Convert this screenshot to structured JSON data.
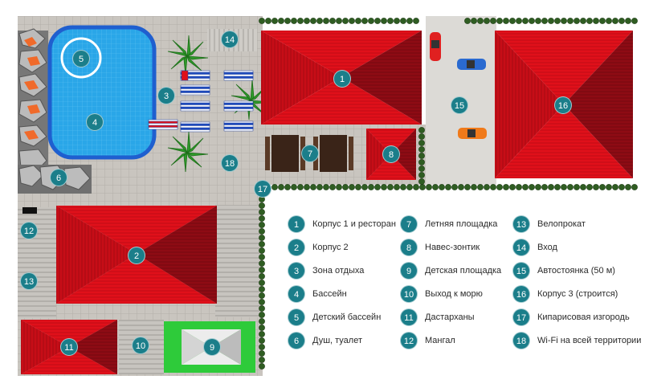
{
  "colors": {
    "roof_red": "#e0101a",
    "roof_dark": "#8c0a12",
    "pool_blue": "#1f6fd0",
    "badge_teal": "#1b7e8a",
    "hedge_green": "#2e5a22",
    "tile_gray": "#c7c3bd",
    "road_gray": "#dedcd8",
    "playground_green": "#2ecb3a"
  },
  "markers": [
    {
      "id": "1"
    },
    {
      "id": "2"
    },
    {
      "id": "3"
    },
    {
      "id": "4"
    },
    {
      "id": "5"
    },
    {
      "id": "6"
    },
    {
      "id": "7"
    },
    {
      "id": "8"
    },
    {
      "id": "9"
    },
    {
      "id": "10"
    },
    {
      "id": "11"
    },
    {
      "id": "12"
    },
    {
      "id": "13"
    },
    {
      "id": "14"
    },
    {
      "id": "15"
    },
    {
      "id": "16"
    },
    {
      "id": "17"
    },
    {
      "id": "18"
    }
  ],
  "legend": [
    {
      "num": "1",
      "text": "Корпус 1 и ресторан"
    },
    {
      "num": "2",
      "text": "Корпус 2"
    },
    {
      "num": "3",
      "text": "Зона отдыха"
    },
    {
      "num": "4",
      "text": "Бассейн"
    },
    {
      "num": "5",
      "text": "Детский бассейн"
    },
    {
      "num": "6",
      "text": "Душ, туалет"
    },
    {
      "num": "7",
      "text": "Летняя площадка"
    },
    {
      "num": "8",
      "text": "Навес-зонтик"
    },
    {
      "num": "9",
      "text": "Детская площадка"
    },
    {
      "num": "10",
      "text": "Выход к морю"
    },
    {
      "num": "11",
      "text": "Дастарханы"
    },
    {
      "num": "12",
      "text": "Мангал"
    },
    {
      "num": "13",
      "text": "Велопрокат"
    },
    {
      "num": "14",
      "text": "Вход"
    },
    {
      "num": "15",
      "text": "Автостоянка (50 м)"
    },
    {
      "num": "16",
      "text": "Корпус 3 (строится)"
    },
    {
      "num": "17",
      "text": "Кипарисовая изгородь"
    },
    {
      "num": "18",
      "text": "Wi-Fi на всей территории"
    }
  ]
}
